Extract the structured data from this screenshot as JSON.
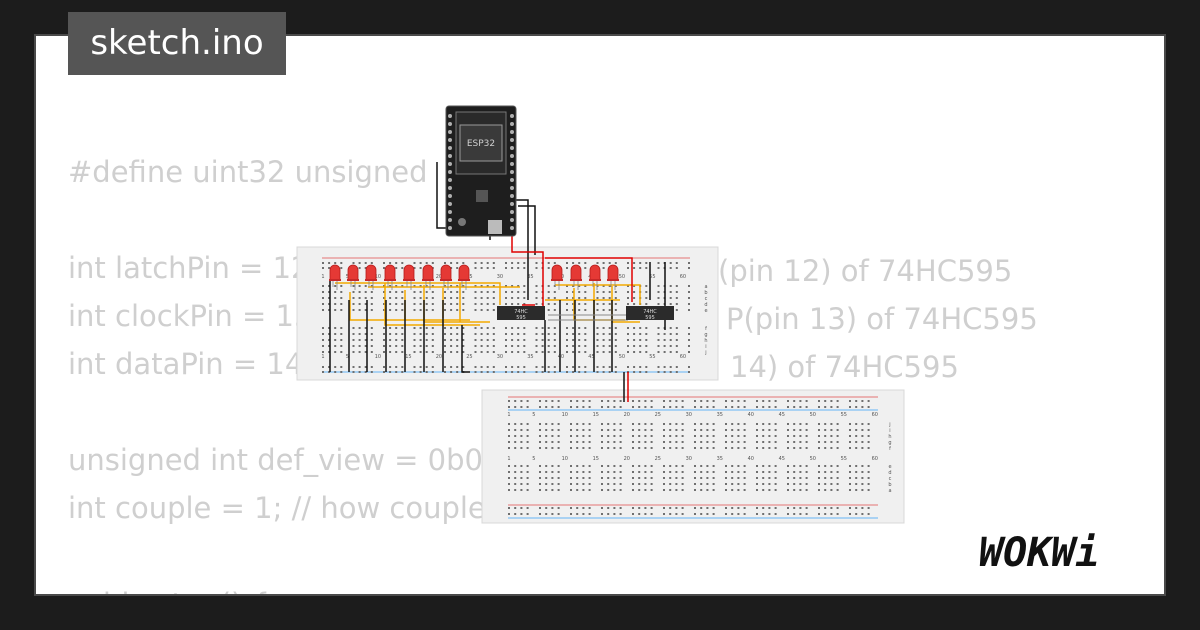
{
  "tab": {
    "filename": "sketch.ino"
  },
  "code_lines": [
    "#define uint32 unsigned",
    "",
    "int latchPin = 12",
    "int clockPin = 13",
    "int dataPin = 14",
    "",
    "unsigned int def_view = 0b0",
    "int couple = 1; // how couple",
    "",
    "void setup() {"
  ],
  "code_fragments": {
    "latch_tail": "(pin 12) of 74HC595",
    "clock_tail": "P(pin 13) of 74HC595",
    "data_tail": "14) of 74HC595"
  },
  "esp32": {
    "label": "ESP32"
  },
  "chips": [
    {
      "label": "74HC",
      "sub": "595"
    },
    {
      "label": "74HC",
      "sub": "595"
    }
  ],
  "breadboard_top": {
    "row_letters": [
      "a",
      "b",
      "c",
      "d",
      "e",
      "f",
      "g",
      "h",
      "i",
      "j"
    ],
    "column_numbers": [
      "1",
      "5",
      "10",
      "15",
      "20",
      "25",
      "30",
      "35",
      "40",
      "45",
      "50",
      "55",
      "60"
    ]
  },
  "breadboard_bottom": {
    "row_letters": [
      "j",
      "i",
      "h",
      "g",
      "f",
      "e",
      "d",
      "c",
      "b",
      "a"
    ],
    "column_numbers": [
      "1",
      "5",
      "10",
      "15",
      "20",
      "25",
      "30",
      "35",
      "40",
      "45",
      "50",
      "55",
      "60"
    ]
  },
  "brand": {
    "name": "WOKWi"
  },
  "colors": {
    "background": "#1c1c1c",
    "card": "#ffffff",
    "tab": "#555555",
    "code_text": "#cfcfcf",
    "led": "#e53935",
    "wire_yellow": "#f2a900",
    "wire_red": "#e00000",
    "wire_black": "#111111"
  }
}
